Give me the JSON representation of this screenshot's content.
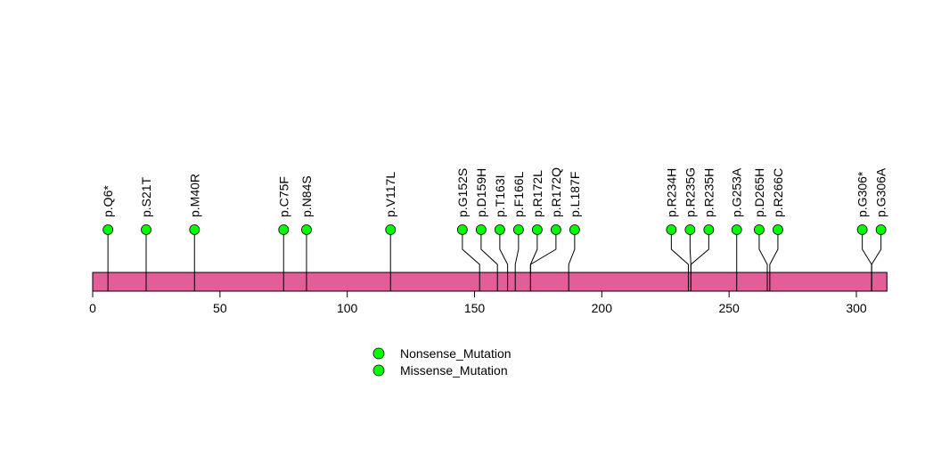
{
  "chart_data": {
    "type": "lollipop",
    "title": "",
    "xlabel": "",
    "ylabel": "",
    "xlim": [
      0,
      312
    ],
    "protein_length": 312,
    "x_ticks": [
      0,
      50,
      100,
      150,
      200,
      250,
      300
    ],
    "x_tick_labels": [
      "0",
      "50",
      "100",
      "150",
      "200",
      "250",
      "300"
    ],
    "grid": false,
    "colors": {
      "bar": "#E35D99",
      "point": "#00FF00"
    },
    "mutations": [
      {
        "label": "p.Q6*",
        "position": 6,
        "type": "Nonsense_Mutation"
      },
      {
        "label": "p.S21T",
        "position": 21,
        "type": "Missense_Mutation"
      },
      {
        "label": "p.M40R",
        "position": 40,
        "type": "Missense_Mutation"
      },
      {
        "label": "p.C75F",
        "position": 75,
        "type": "Missense_Mutation"
      },
      {
        "label": "p.N84S",
        "position": 84,
        "type": "Missense_Mutation"
      },
      {
        "label": "p.V117L",
        "position": 117,
        "type": "Missense_Mutation"
      },
      {
        "label": "p.G152S",
        "position": 152,
        "type": "Missense_Mutation"
      },
      {
        "label": "p.D159H",
        "position": 159,
        "type": "Missense_Mutation"
      },
      {
        "label": "p.T163I",
        "position": 163,
        "type": "Missense_Mutation"
      },
      {
        "label": "p.F166L",
        "position": 166,
        "type": "Missense_Mutation"
      },
      {
        "label": "p.R172L",
        "position": 172,
        "type": "Missense_Mutation"
      },
      {
        "label": "p.R172Q",
        "position": 172,
        "type": "Missense_Mutation"
      },
      {
        "label": "p.L187F",
        "position": 187,
        "type": "Missense_Mutation"
      },
      {
        "label": "p.R234H",
        "position": 234,
        "type": "Missense_Mutation"
      },
      {
        "label": "p.R235G",
        "position": 235,
        "type": "Missense_Mutation"
      },
      {
        "label": "p.R235H",
        "position": 235,
        "type": "Missense_Mutation"
      },
      {
        "label": "p.G253A",
        "position": 253,
        "type": "Missense_Mutation"
      },
      {
        "label": "p.D265H",
        "position": 265,
        "type": "Missense_Mutation"
      },
      {
        "label": "p.R266C",
        "position": 266,
        "type": "Missense_Mutation"
      },
      {
        "label": "p.G306*",
        "position": 306,
        "type": "Nonsense_Mutation"
      },
      {
        "label": "p.G306A",
        "position": 306,
        "type": "Missense_Mutation"
      }
    ],
    "legend": {
      "placement": "bottom-center",
      "entries": [
        {
          "label": "Nonsense_Mutation",
          "color": "#00FF00"
        },
        {
          "label": "Missense_Mutation",
          "color": "#00FF00"
        }
      ]
    }
  }
}
